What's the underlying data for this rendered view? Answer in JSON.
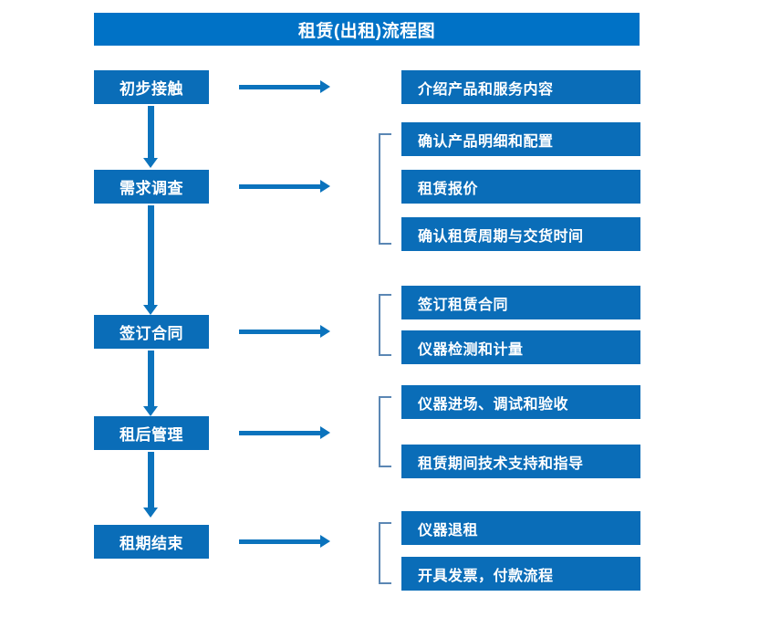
{
  "diagram": {
    "title": "租赁(出租)流程图",
    "type": "flowchart",
    "accent_color": "#0072c6",
    "box_color": "#0a6db8",
    "arrow_color": "#0b73bd",
    "bracket_color": "#5b87b4",
    "stages": [
      {
        "id": "stage-1",
        "label": "初步接触",
        "details": [
          "介绍产品和服务内容"
        ],
        "grouped": false
      },
      {
        "id": "stage-2",
        "label": "需求调查",
        "details": [
          "确认产品明细和配置",
          "租赁报价",
          "确认租赁周期与交货时间"
        ],
        "grouped": true
      },
      {
        "id": "stage-3",
        "label": "签订合同",
        "details": [
          "签订租赁合同",
          "仪器检测和计量"
        ],
        "grouped": true
      },
      {
        "id": "stage-4",
        "label": "租后管理",
        "details": [
          "仪器进场、调试和验收",
          "租赁期间技术支持和指导"
        ],
        "grouped": true
      },
      {
        "id": "stage-5",
        "label": "租期结束",
        "details": [
          "仪器退租",
          "开具发票，付款流程"
        ],
        "grouped": true
      }
    ]
  }
}
